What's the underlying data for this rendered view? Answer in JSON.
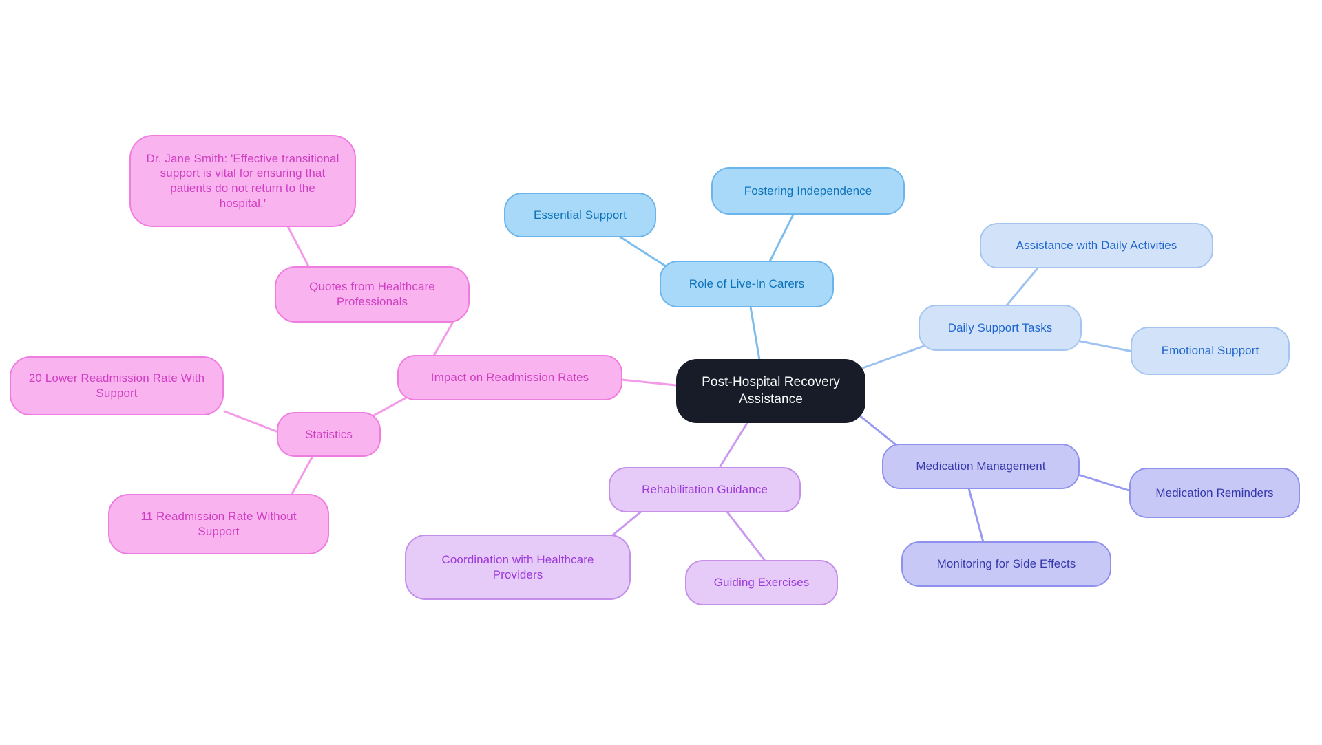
{
  "mindmap": {
    "center": {
      "label": "Post-Hospital Recovery Assistance"
    },
    "branches": [
      {
        "label": "Role of Live-In Carers",
        "theme": "sky",
        "children": [
          {
            "label": "Essential Support"
          },
          {
            "label": "Fostering Independence"
          }
        ]
      },
      {
        "label": "Daily Support Tasks",
        "theme": "blue",
        "children": [
          {
            "label": "Assistance with Daily Activities"
          },
          {
            "label": "Emotional Support"
          }
        ]
      },
      {
        "label": "Medication Management",
        "theme": "periwinkle",
        "children": [
          {
            "label": "Medication Reminders"
          },
          {
            "label": "Monitoring for Side Effects"
          }
        ]
      },
      {
        "label": "Rehabilitation Guidance",
        "theme": "violet",
        "children": [
          {
            "label": "Coordination with Healthcare Providers"
          },
          {
            "label": "Guiding Exercises"
          }
        ]
      },
      {
        "label": "Impact on Readmission Rates",
        "theme": "pink",
        "children": [
          {
            "label": "Quotes from Healthcare Professionals",
            "children": [
              {
                "label": "Dr. Jane Smith: 'Effective transitional support is vital for ensuring that patients do not return to the hospital.'"
              }
            ]
          },
          {
            "label": "Statistics",
            "children": [
              {
                "label": "20 Lower Readmission Rate With Support"
              },
              {
                "label": "11 Readmission Rate Without Support"
              }
            ]
          }
        ]
      }
    ],
    "colors": {
      "sky": {
        "fill": "#a9d9f8",
        "border": "#6cb5eb",
        "text": "#0d72b9",
        "line": "#7dbdee"
      },
      "blue": {
        "fill": "#d2e3f9",
        "border": "#a5c5f1",
        "text": "#2066ce",
        "line": "#9dc2f2"
      },
      "periwinkle": {
        "fill": "#c7c8f5",
        "border": "#8f91ee",
        "text": "#3537ac",
        "line": "#979af1"
      },
      "violet": {
        "fill": "#e6cbf8",
        "border": "#c48fe9",
        "text": "#9c3ad9",
        "line": "#cb99ef"
      },
      "pink": {
        "fill": "#f9b4f0",
        "border": "#ef7ddf",
        "text": "#ce3ec0",
        "line": "#f49be8"
      },
      "center": {
        "fill": "#181c28",
        "border": "#181c28",
        "text": "#f8f9fa",
        "line": "#181c28"
      }
    }
  }
}
